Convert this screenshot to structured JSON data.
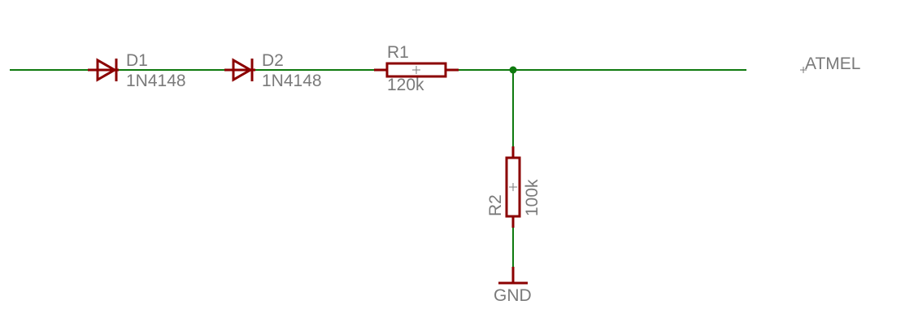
{
  "colors": {
    "wire": "#0f7a0f",
    "component": "#8b0000",
    "label": "#7a7a7a",
    "background": "#ffffff"
  },
  "components": {
    "d1": {
      "name": "D1",
      "value": "1N4148",
      "type": "diode"
    },
    "d2": {
      "name": "D2",
      "value": "1N4148",
      "type": "diode"
    },
    "r1": {
      "name": "R1",
      "value": "120k",
      "type": "resistor"
    },
    "r2": {
      "name": "R2",
      "value": "100k",
      "type": "resistor"
    }
  },
  "net_labels": {
    "atmel": "ATMEL",
    "gnd": "GND"
  }
}
